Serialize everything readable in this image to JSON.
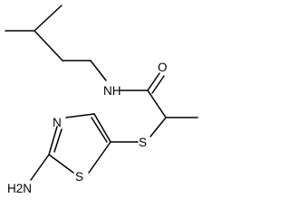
{
  "molecule": {
    "atom_labels": {
      "nitrogen_amide": "NH",
      "oxygen": "O",
      "sulfur_thioether": "S",
      "nitrogen_ring": "N",
      "sulfur_ring": "S",
      "amine": "H2N"
    },
    "colors": {
      "bond": "#000000",
      "label": "#000000",
      "background": "#ffffff"
    }
  }
}
